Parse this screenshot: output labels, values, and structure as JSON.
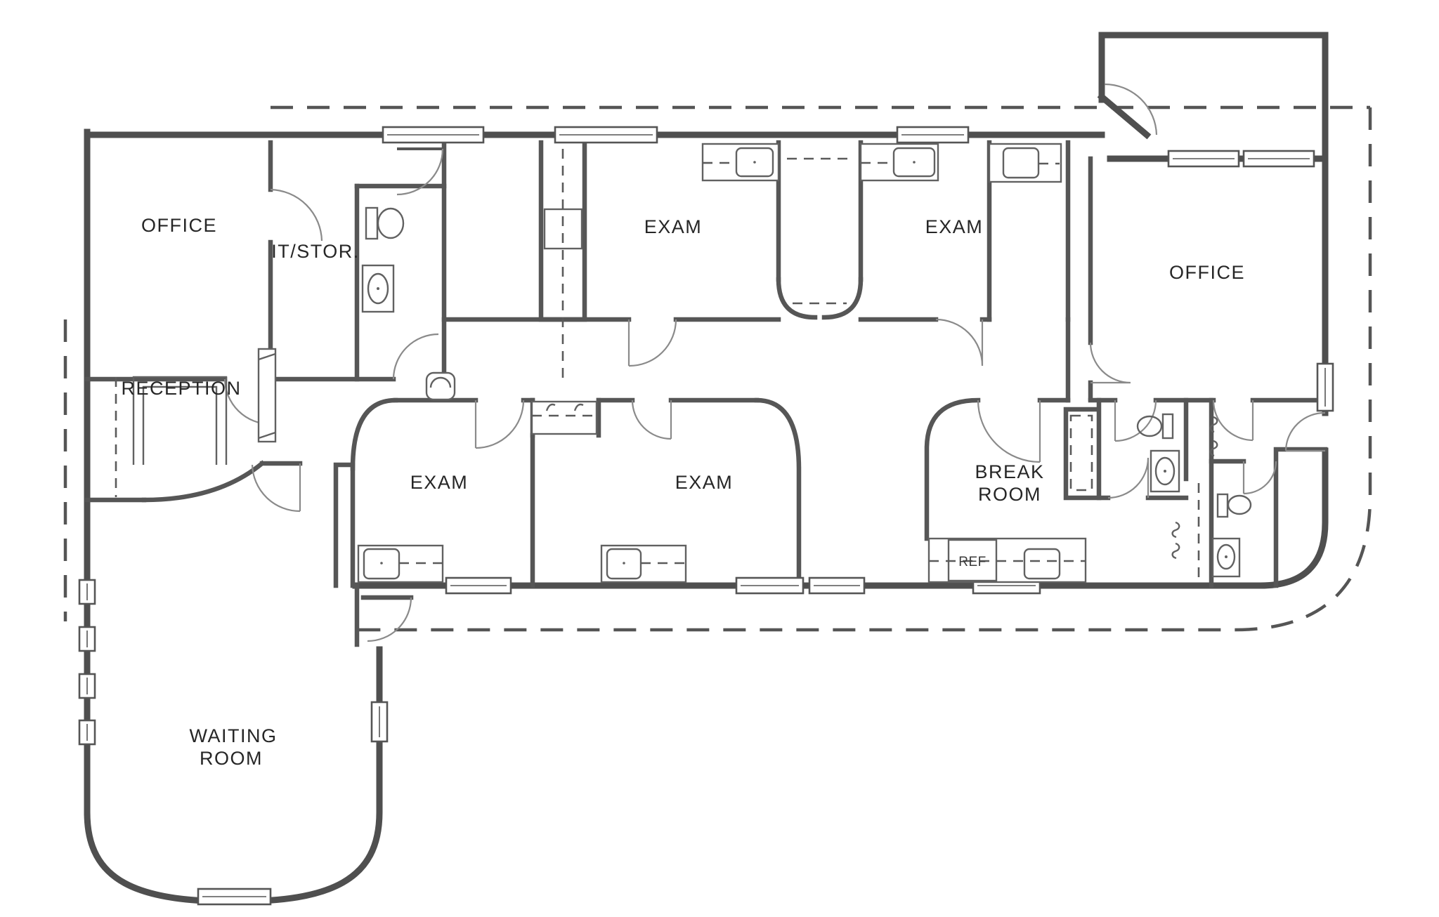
{
  "plan": {
    "type": "architectural-floor-plan",
    "description": "Single-story medical office suite floor plan, scanned line drawing",
    "labels": {
      "office_top_left": "OFFICE",
      "it_stor": "IT/STOR.",
      "exam_top_left": "EXAM",
      "exam_top_right": "EXAM",
      "office_top_right": "OFFICE",
      "reception": "RECEPTION",
      "exam_mid_left": "EXAM",
      "exam_mid_right": "EXAM",
      "break_room_line1": "BREAK",
      "break_room_line2": "ROOM",
      "waiting_room_line1": "WAITING",
      "waiting_room_line2": "ROOM",
      "refrigerator": "REF"
    },
    "rooms": [
      {
        "name": "Office (top left)",
        "label_key": "office_top_left"
      },
      {
        "name": "IT / Storage",
        "label_key": "it_stor"
      },
      {
        "name": "Toilet (top left)",
        "label_key": null
      },
      {
        "name": "Exam (top center-left)",
        "label_key": "exam_top_left"
      },
      {
        "name": "Exam (top center-right)",
        "label_key": "exam_top_right"
      },
      {
        "name": "Office (top right)",
        "label_key": "office_top_right"
      },
      {
        "name": "Reception",
        "label_key": "reception"
      },
      {
        "name": "Exam (middle left)",
        "label_key": "exam_mid_left"
      },
      {
        "name": "Exam (middle right)",
        "label_key": "exam_mid_right"
      },
      {
        "name": "Break Room",
        "label_key": "break_room_line1"
      },
      {
        "name": "Restroom A (right wing)",
        "label_key": null
      },
      {
        "name": "Restroom B (right wing)",
        "label_key": null
      },
      {
        "name": "Waiting Room",
        "label_key": "waiting_room_line1"
      },
      {
        "name": "Entry vestibule (top right)",
        "label_key": null
      }
    ],
    "style": {
      "background": "#ffffff",
      "wall_color": "#4f4f4f",
      "fixture_color": "#616161",
      "label_color": "#262626",
      "canopy_dash_color": "#555555"
    }
  }
}
